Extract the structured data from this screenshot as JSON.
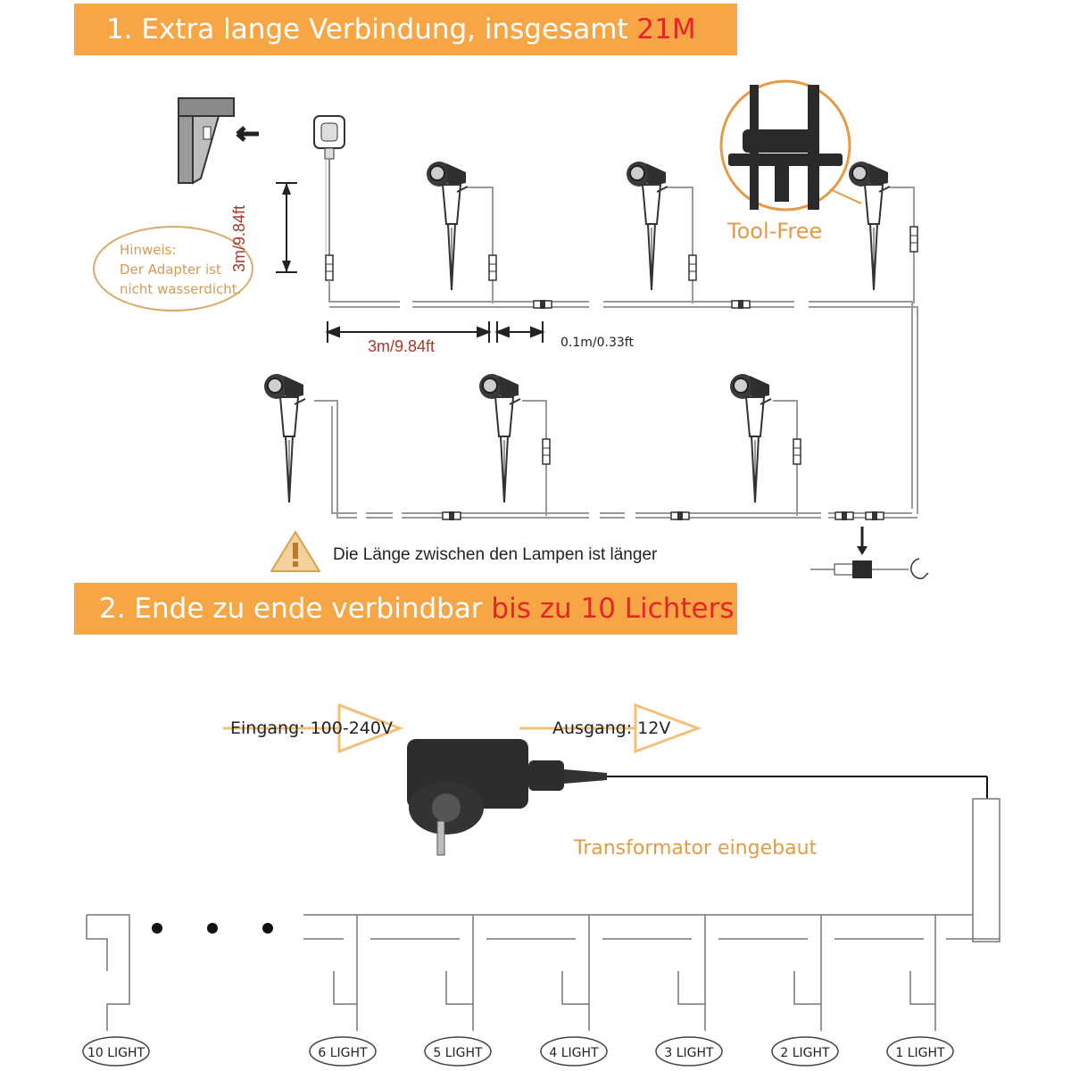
{
  "section1": {
    "title_prefix": "1. Extra lange Verbindung, insgesamt ",
    "title_highlight": "21M"
  },
  "section2": {
    "title_prefix": "2. Ende zu ende verbindbar ",
    "title_highlight": "bis zu 10 Lichters"
  },
  "note": {
    "line1": "Hinweis:",
    "line2": "Der Adapter ist",
    "line3": "nicht wasserdicht."
  },
  "dimensions": {
    "vertical": "3m/9.84ft",
    "horizontal": "3m/9.84ft",
    "gap": "0.1m/0.33ft"
  },
  "tool_free": "Tool-Free",
  "warning_text": "Die Länge zwischen den Lampen ist länger",
  "adapter": {
    "input": "Eingang: 100-240V",
    "output": "Ausgang: 12V",
    "transformer": "Transformator eingebaut"
  },
  "light_labels": [
    "10 LIGHT",
    "6 LIGHT",
    "5 LIGHT",
    "4 LIGHT",
    "3 LIGHT",
    "2 LIGHT",
    "1 LIGHT"
  ],
  "colors": {
    "banner": "#f7a646",
    "highlight": "#e8242a",
    "annotation_orange": "#e59a45",
    "dimension_red": "#a83a2c"
  },
  "icons": [
    "wall-bracket-icon",
    "plug-adapter-icon",
    "spotlight-icon",
    "connector-icon",
    "warning-icon",
    "power-adapter-icon"
  ]
}
